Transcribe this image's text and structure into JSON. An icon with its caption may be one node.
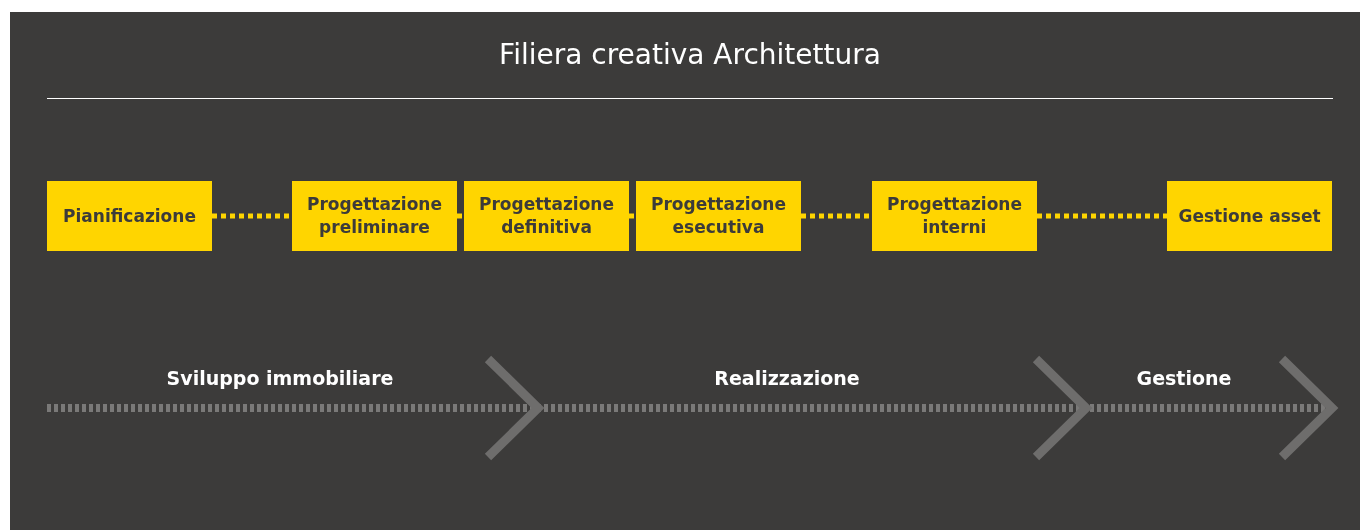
{
  "diagram": {
    "title": "Filiera creativa Architettura",
    "nodes": [
      {
        "text": [
          "Pianificazione"
        ]
      },
      {
        "text": [
          "Progettazione preliminare"
        ]
      },
      {
        "text": [
          "Progettazione definitiva"
        ]
      },
      {
        "text": [
          "Progettazione esecutiva"
        ]
      },
      {
        "text": [
          "Progettazione interni"
        ]
      },
      {
        "text": [
          "Gestione asset"
        ]
      }
    ],
    "edges": [
      {
        "from": 0,
        "to": 1,
        "arrow": "none",
        "style": "dashed"
      },
      {
        "from": 1,
        "to": 2,
        "arrow": "none",
        "style": "dashed"
      },
      {
        "from": 2,
        "to": 3,
        "arrow": "none",
        "style": "dashed"
      },
      {
        "from": 3,
        "to": 4,
        "arrow": "none",
        "style": "dashed"
      },
      {
        "from": 4,
        "to": 5,
        "arrow": "none",
        "style": "dashed"
      }
    ],
    "labels": [
      "Sviluppo immobiliare",
      "Realizzazione",
      "Gestione"
    ]
  }
}
